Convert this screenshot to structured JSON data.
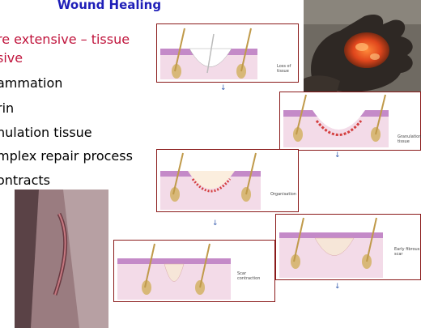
{
  "title": "Wound Healing",
  "bullets": {
    "b1_line1": "re extensive – tissue",
    "b1_line2": "sive",
    "b2": "ammation",
    "b3": "rin",
    "b4": "nulation tissue",
    "b5": "mplex repair process",
    "b6": "ontracts"
  },
  "panels": {
    "loss": "Loss of tissue",
    "granulation": "Granulation tissue",
    "organisation": "Organisation",
    "scar_contraction": "Scar contraction",
    "early_fibrous": "Early fibrous scar"
  },
  "colors": {
    "title": "#1f1fb8",
    "accent": "#c0143c",
    "panel_border": "#8a1a1a"
  },
  "icons": {
    "flow_arrow": "down-arrow-icon"
  }
}
